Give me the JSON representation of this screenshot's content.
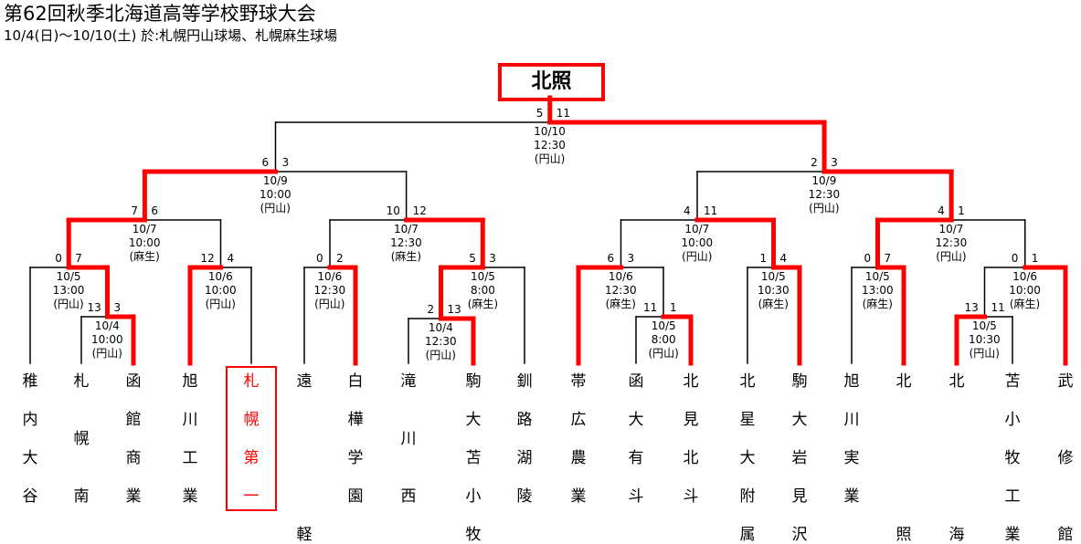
{
  "header": {
    "title": "第62回秋季北海道高等学校野球大会",
    "subtitle": "10/4(日)～10/10(土) 於:札幌円山球場、札幌麻生球場"
  },
  "colors": {
    "winner_line": "#ff0000",
    "line": "#000000"
  },
  "champion": "北照",
  "teams": [
    {
      "chars": [
        "稚",
        "内",
        "大",
        "谷"
      ],
      "highlight": false
    },
    {
      "chars": [
        "札",
        "幌",
        "南"
      ],
      "highlight": false
    },
    {
      "chars": [
        "函",
        "館",
        "商",
        "業"
      ],
      "highlight": false
    },
    {
      "chars": [
        "旭",
        "川",
        "工",
        "業"
      ],
      "highlight": false
    },
    {
      "chars": [
        "札",
        "幌",
        "第",
        "一"
      ],
      "highlight": true
    },
    {
      "chars": [
        "遠",
        "",
        "",
        "",
        "軽"
      ],
      "highlight": false
    },
    {
      "chars": [
        "白",
        "樺",
        "学",
        "園"
      ],
      "highlight": false
    },
    {
      "chars": [
        "滝",
        "川",
        "西"
      ],
      "highlight": false
    },
    {
      "chars": [
        "駒",
        "大",
        "苫",
        "小",
        "牧"
      ],
      "highlight": false
    },
    {
      "chars": [
        "釧",
        "路",
        "湖",
        "陵"
      ],
      "highlight": false
    },
    {
      "chars": [
        "帯",
        "広",
        "農",
        "業"
      ],
      "highlight": false
    },
    {
      "chars": [
        "函",
        "大",
        "有",
        "斗"
      ],
      "highlight": false
    },
    {
      "chars": [
        "北",
        "見",
        "北",
        "斗"
      ],
      "highlight": false
    },
    {
      "chars": [
        "北",
        "星",
        "大",
        "附",
        "属"
      ],
      "highlight": false
    },
    {
      "chars": [
        "駒",
        "大",
        "岩",
        "見",
        "沢"
      ],
      "highlight": false
    },
    {
      "chars": [
        "旭",
        "川",
        "実",
        "業"
      ],
      "highlight": false
    },
    {
      "chars": [
        "北",
        "",
        "",
        "",
        "照"
      ],
      "highlight": false
    },
    {
      "chars": [
        "北",
        "",
        "",
        "",
        "海"
      ],
      "highlight": false
    },
    {
      "chars": [
        "苫",
        "小",
        "牧",
        "工",
        "業"
      ],
      "highlight": false
    },
    {
      "chars": [
        "武",
        "",
        "修",
        "",
        "館"
      ],
      "highlight": false
    }
  ],
  "games": [
    {
      "id": "g1",
      "winner": "right",
      "left_score": "13",
      "right_score": "3",
      "date": "10/4",
      "time": "10:00",
      "venue": "(円山)"
    },
    {
      "id": "g2",
      "winner": "right",
      "left_score": "2",
      "right_score": "13",
      "date": "10/4",
      "time": "12:30",
      "venue": "(円山)"
    },
    {
      "id": "g3",
      "winner": "right",
      "left_score": "11",
      "right_score": "1",
      "date": "10/5",
      "time": "8:00",
      "venue": "(円山)"
    },
    {
      "id": "g4",
      "winner": "left",
      "left_score": "13",
      "right_score": "11",
      "date": "10/5",
      "time": "10:30",
      "venue": "(円山)"
    },
    {
      "id": "r1a",
      "winner": "right",
      "left_score": "0",
      "right_score": "7",
      "date": "10/5",
      "time": "13:00",
      "venue": "(円山)"
    },
    {
      "id": "r1b",
      "winner": "left",
      "left_score": "12",
      "right_score": "4",
      "date": "10/6",
      "time": "10:00",
      "venue": "(円山)"
    },
    {
      "id": "r1c",
      "winner": "right",
      "left_score": "0",
      "right_score": "2",
      "date": "10/6",
      "time": "12:30",
      "venue": "(円山)"
    },
    {
      "id": "r1d",
      "winner": "left",
      "left_score": "5",
      "right_score": "3",
      "date": "10/5",
      "time": "8:00",
      "venue": "(麻生)"
    },
    {
      "id": "r1e",
      "winner": "left",
      "left_score": "6",
      "right_score": "3",
      "date": "10/6",
      "time": "12:30",
      "venue": "(麻生)"
    },
    {
      "id": "r1f",
      "winner": "right",
      "left_score": "1",
      "right_score": "4",
      "date": "10/5",
      "time": "10:30",
      "venue": "(麻生)"
    },
    {
      "id": "r1g",
      "winner": "right",
      "left_score": "0",
      "right_score": "7",
      "date": "10/5",
      "time": "13:00",
      "venue": "(麻生)"
    },
    {
      "id": "r1h",
      "winner": "right",
      "left_score": "0",
      "right_score": "1",
      "date": "10/6",
      "time": "10:00",
      "venue": "(麻生)"
    },
    {
      "id": "q1",
      "winner": "left",
      "left_score": "7",
      "right_score": "6",
      "date": "10/7",
      "time": "10:00",
      "venue": "(麻生)"
    },
    {
      "id": "q2",
      "winner": "right",
      "left_score": "10",
      "right_score": "12",
      "date": "10/7",
      "time": "12:30",
      "venue": "(麻生)"
    },
    {
      "id": "q3",
      "winner": "right",
      "left_score": "4",
      "right_score": "11",
      "date": "10/7",
      "time": "10:00",
      "venue": "(円山)"
    },
    {
      "id": "q4",
      "winner": "left",
      "left_score": "4",
      "right_score": "1",
      "date": "10/7",
      "time": "12:30",
      "venue": "(円山)"
    },
    {
      "id": "s1",
      "winner": "left",
      "left_score": "6",
      "right_score": "3",
      "date": "10/9",
      "time": "10:00",
      "venue": "(円山)"
    },
    {
      "id": "s2",
      "winner": "right",
      "left_score": "2",
      "right_score": "3",
      "date": "10/9",
      "time": "12:30",
      "venue": "(円山)"
    },
    {
      "id": "f",
      "winner": "right",
      "left_score": "5",
      "right_score": "11",
      "date": "10/10",
      "time": "12:30",
      "venue": "(円山)"
    }
  ]
}
